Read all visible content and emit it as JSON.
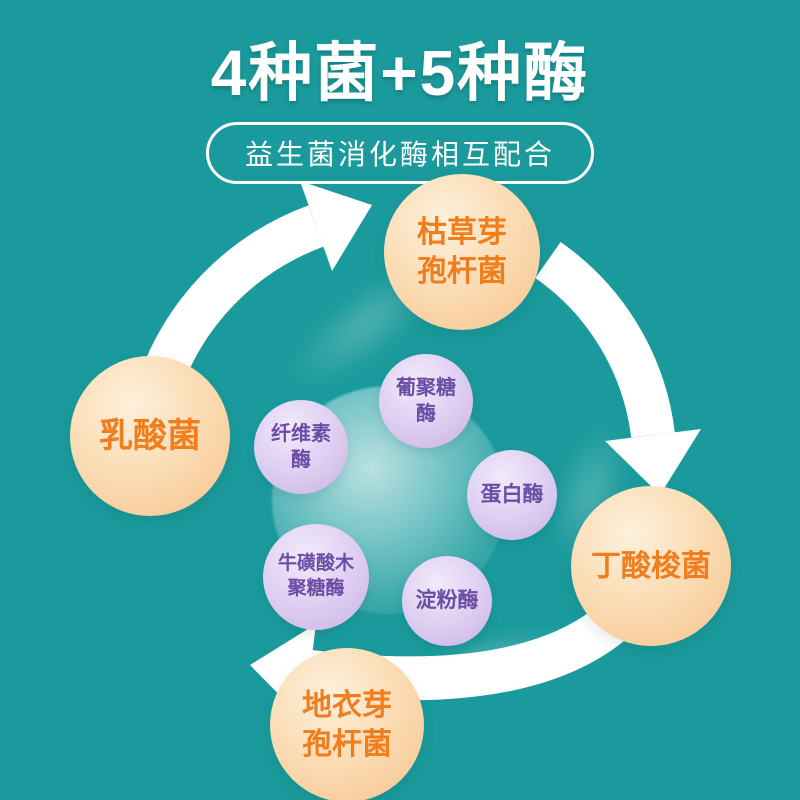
{
  "title": "4种菌+5种酶",
  "subtitle": "益生菌消化酶相互配合",
  "bacteria": [
    {
      "name": "枯草芽孢杆菌",
      "lines": [
        "枯草芽",
        "孢杆菌"
      ]
    },
    {
      "name": "乳酸菌",
      "lines": [
        "乳酸菌"
      ]
    },
    {
      "name": "丁酸梭菌",
      "lines": [
        "丁酸梭菌"
      ]
    },
    {
      "name": "地衣芽孢杆菌",
      "lines": [
        "地衣芽",
        "孢杆菌"
      ]
    }
  ],
  "enzymes": [
    {
      "name": "葡聚糖酶",
      "lines": [
        "葡聚糖",
        "酶"
      ]
    },
    {
      "name": "纤维素酶",
      "lines": [
        "纤维素",
        "酶"
      ]
    },
    {
      "name": "蛋白酶",
      "lines": [
        "蛋白酶"
      ]
    },
    {
      "name": "牛磺酸木聚糖酶",
      "lines": [
        "牛磺酸木",
        "聚糖酶"
      ]
    },
    {
      "name": "淀粉酶",
      "lines": [
        "淀粉酶"
      ]
    }
  ],
  "colors": {
    "background": "#1a9a9c",
    "bacteria_text": "#f07d1e",
    "enzyme_text": "#6b4da5",
    "title_text": "#ffffff"
  }
}
